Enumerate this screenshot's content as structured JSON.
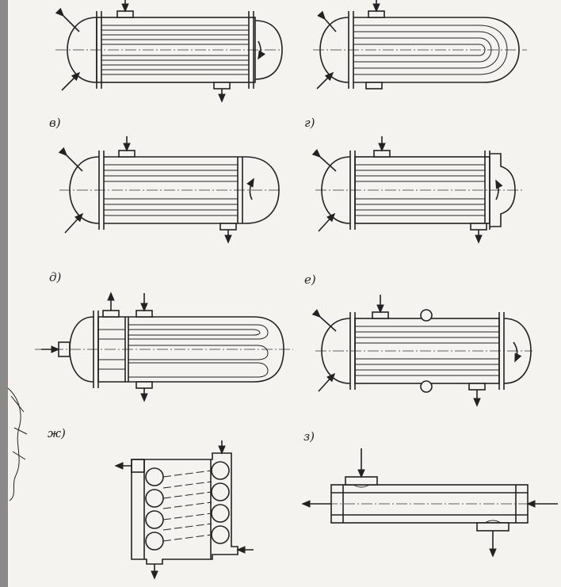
{
  "colors": {
    "ink": "#222222",
    "paper": "#f4f3ef",
    "binding_edge": "#8a8a8a"
  },
  "labels": {
    "v": "в)",
    "g": "г)",
    "d": "д)",
    "e": "е)",
    "zh": "ж)",
    "z": "з)"
  }
}
